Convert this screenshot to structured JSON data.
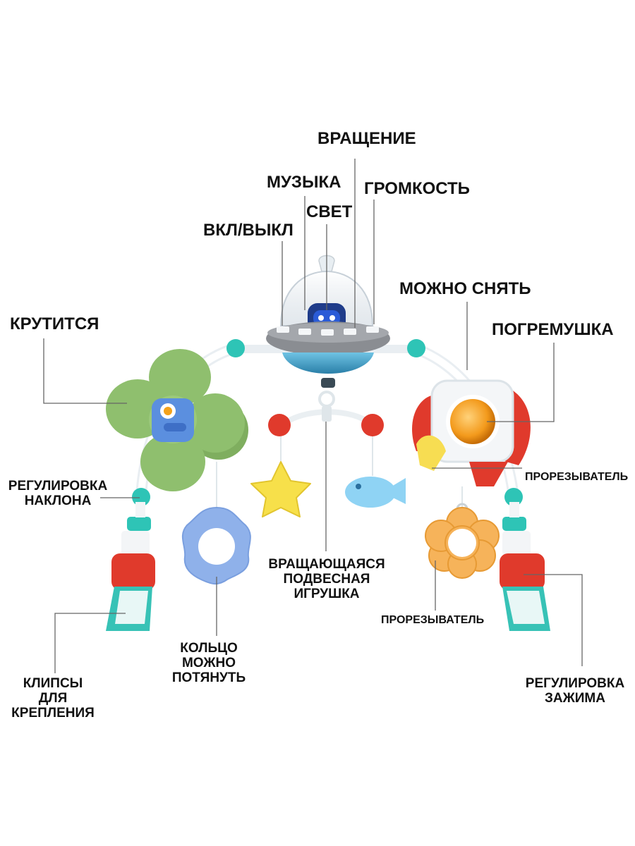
{
  "labels": {
    "rotation": "ВРАЩЕНИЕ",
    "music": "МУЗЫКА",
    "volume": "ГРОМКОСТЬ",
    "light": "СВЕТ",
    "on_off": "ВКЛ/ВЫКЛ",
    "removable": "МОЖНО СНЯТЬ",
    "spins": "КРУТИТСЯ",
    "rattle": "ПОГРЕМУШКА",
    "tilt_adjust_1": "РЕГУЛИРОВКА",
    "tilt_adjust_2": "НАКЛОНА",
    "teether_right": "ПРОРЕЗЫВАТЕЛЬ",
    "hanging_toy_1": "ВРАЩАЮЩАЯСЯ",
    "hanging_toy_2": "ПОДВЕСНАЯ",
    "hanging_toy_3": "ИГРУШКА",
    "teether_bottom": "ПРОРЕЗЫВАТЕЛЬ",
    "pull_ring_1": "КОЛЬЦО",
    "pull_ring_2": "МОЖНО",
    "pull_ring_3": "ПОТЯНУТЬ",
    "clips_1": "КЛИПСЫ",
    "clips_2": "ДЛЯ",
    "clips_3": "КРЕПЛЕНИЯ",
    "clamp_adjust_1": "РЕГУЛИРОВКА",
    "clamp_adjust_2": "ЗАЖИМА"
  },
  "colors": {
    "label_text": "#111111",
    "leader_line": "#666666",
    "teal": "#2ec4b6",
    "green_spinner": "#8fbf6e",
    "red": "#e03a2c",
    "blue_ring": "#8fb1ea",
    "orange_teether": "#f6b35a",
    "yellow_star": "#f7e04a",
    "ufo_grey": "#8a8d92",
    "ufo_blue": "#3f8fb8"
  },
  "icons": [
    "baby-play-arch",
    "ufo-music-box",
    "spinner-flower",
    "rocket-rattle",
    "star-toy",
    "fish-toy",
    "ring-teether",
    "flower-teether",
    "clip-clamp"
  ]
}
